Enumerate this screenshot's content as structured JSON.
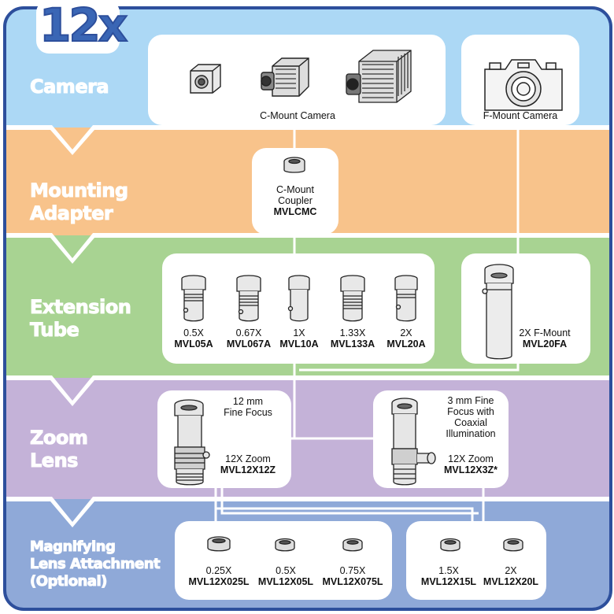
{
  "badge": "12x",
  "stages": {
    "camera": "Camera",
    "mounting_adapter": [
      "Mounting",
      "Adapter"
    ],
    "extension_tube": [
      "Extension",
      "Tube"
    ],
    "zoom_lens": [
      "Zoom",
      "Lens"
    ],
    "magnifying": [
      "Magnifying",
      "Lens Attachment",
      "(Optional)"
    ]
  },
  "cameras": {
    "c_mount": "C-Mount Camera",
    "f_mount": "F-Mount Camera"
  },
  "coupler": {
    "line1": "C-Mount",
    "line2": "Coupler",
    "part": "MVLCMC"
  },
  "extension_tubes": [
    {
      "mag": "0.5X",
      "part": "MVL05A"
    },
    {
      "mag": "0.67X",
      "part": "MVL067A"
    },
    {
      "mag": "1X",
      "part": "MVL10A"
    },
    {
      "mag": "1.33X",
      "part": "MVL133A"
    },
    {
      "mag": "2X",
      "part": "MVL20A"
    }
  ],
  "f_mount_tube": {
    "mag": "2X F-Mount",
    "part": "MVL20FA"
  },
  "zoom_lenses": [
    {
      "desc": [
        "12 mm",
        "Fine Focus"
      ],
      "name": "12X Zoom",
      "part": "MVL12X12Z"
    },
    {
      "desc": [
        "3 mm Fine",
        "Focus with",
        "Coaxial",
        "Illumination"
      ],
      "name": "12X Zoom",
      "part": "MVL12X3Z*"
    }
  ],
  "attachments_left": [
    {
      "mag": "0.25X",
      "part": "MVL12X025L"
    },
    {
      "mag": "0.5X",
      "part": "MVL12X05L"
    },
    {
      "mag": "0.75X",
      "part": "MVL12X075L"
    }
  ],
  "attachments_right": [
    {
      "mag": "1.5X",
      "part": "MVL12X15L"
    },
    {
      "mag": "2X",
      "part": "MVL12X20L"
    }
  ],
  "colors": {
    "frame": "#2d4f9c",
    "camera_band": "#acd8f5",
    "adapter_band": "#f8c38b",
    "extension_band": "#a8d392",
    "zoom_band": "#c4b2d8",
    "magnifying_band": "#8fa9d8"
  }
}
